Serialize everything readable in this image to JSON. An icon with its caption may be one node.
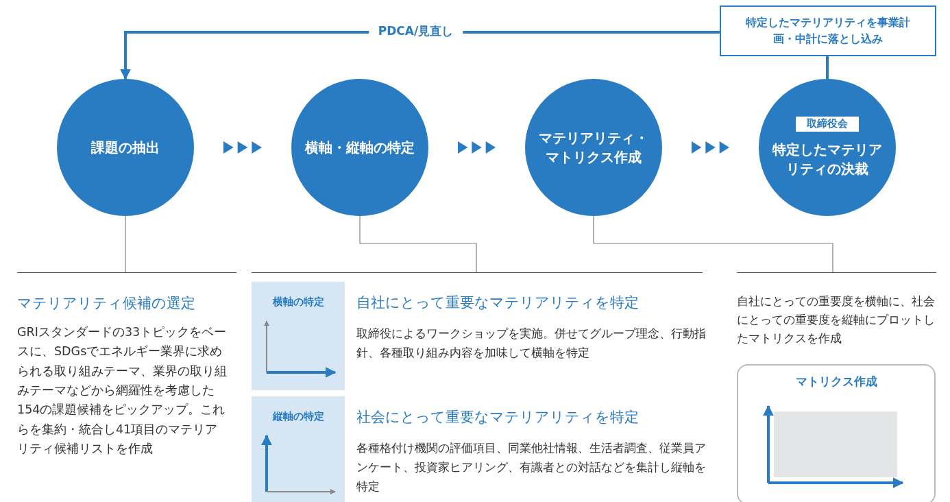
{
  "diagram": {
    "nodes": [
      {
        "text": [
          "課題の抽出"
        ]
      },
      {
        "text": [
          "横軸・縦軸の特定"
        ]
      },
      {
        "text": [
          "マテリアリティ・マトリクス作成"
        ]
      },
      {
        "text": [
          "取締役会",
          "特定したマテリアリティの決裁"
        ]
      },
      {
        "text": [
          "特定したマテリアリティを事業計画・中計に落とし込み"
        ]
      },
      {
        "text": [
          "マテリアリティ候補の選定",
          "GRIスタンダードの33トピックをベースに、SDGsでエネルギー業界に求められる取り組みテーマ、業界の取り組みテーマなどから網羅性を考慮した154の課題候補をピックアップ。これらを集約・統合し41項目のマテリアリティ候補リストを作成"
        ]
      },
      {
        "text": [],
        "shape": "box"
      },
      {
        "text": [
          "横軸の特定"
        ],
        "in": 6
      },
      {
        "text": [
          "自社にとって重要なマテリアリティを特定",
          "取締役によるワークショップを実施。併せてグループ理念、行動指針、各種取り組み内容を加味して横軸を特定"
        ],
        "in": 6
      },
      {
        "text": [
          "縦軸の特定"
        ],
        "in": 6
      },
      {
        "text": [
          "社会にとって重要なマテリアリティを特定",
          "各種格付け機関の評価項目、同業他社情報、生活者調査、従業員アンケート、投資家ヒアリング、有識者との対話などを集計し縦軸を特定"
        ],
        "in": 6
      },
      {
        "text": [
          "自社にとっての重要度を横軸に、社会にとっての重要度を縦軸にプロットしたマトリクスを作成"
        ]
      },
      {
        "text": [
          "マトリクス作成"
        ],
        "in": 11
      }
    ],
    "edges": [
      {
        "from": 0,
        "to": 1,
        "arrow": "to"
      },
      {
        "from": 1,
        "to": 2,
        "arrow": "to"
      },
      {
        "from": 2,
        "to": 3,
        "arrow": "to"
      },
      {
        "from": 3,
        "to": 4,
        "arrow": "none",
        "style": "thick"
      },
      {
        "from": 4,
        "to": 0,
        "arrow": "to",
        "label": "PDCA/見直し",
        "style": "thick"
      },
      {
        "from": 0,
        "to": 5,
        "arrow": "none",
        "color": "#808080"
      },
      {
        "from": 1,
        "to": 6,
        "arrow": "none",
        "color": "#808080"
      },
      {
        "from": 2,
        "to": 11,
        "arrow": "none",
        "color": "#808080"
      }
    ]
  }
}
